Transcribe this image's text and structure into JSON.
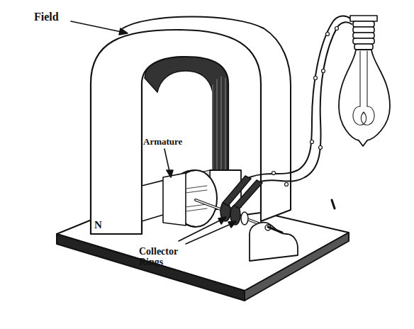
{
  "diagram": {
    "labels": [
      "Field",
      "Armature",
      "N",
      "Collector Rings"
    ]
  }
}
